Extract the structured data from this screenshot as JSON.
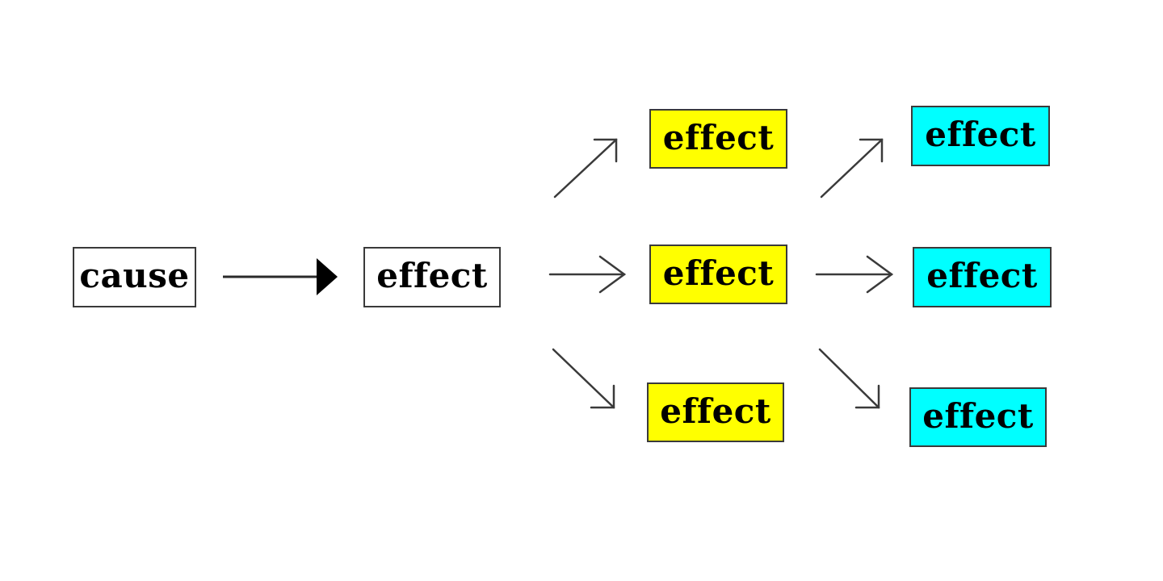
{
  "colors": {
    "root": "#ffffff",
    "level1": "#ffffff",
    "level2": "#ffff00",
    "level3": "#00ffff",
    "stroke": "#3a3a3a"
  },
  "nodes": {
    "cause": {
      "label": "cause"
    },
    "effect_level1": {
      "label": "effect"
    },
    "effect_level2_top": {
      "label": "effect"
    },
    "effect_level2_middle": {
      "label": "effect"
    },
    "effect_level2_bottom": {
      "label": "effect"
    },
    "effect_level3_top": {
      "label": "effect"
    },
    "effect_level3_middle": {
      "label": "effect"
    },
    "effect_level3_bottom": {
      "label": "effect"
    }
  }
}
